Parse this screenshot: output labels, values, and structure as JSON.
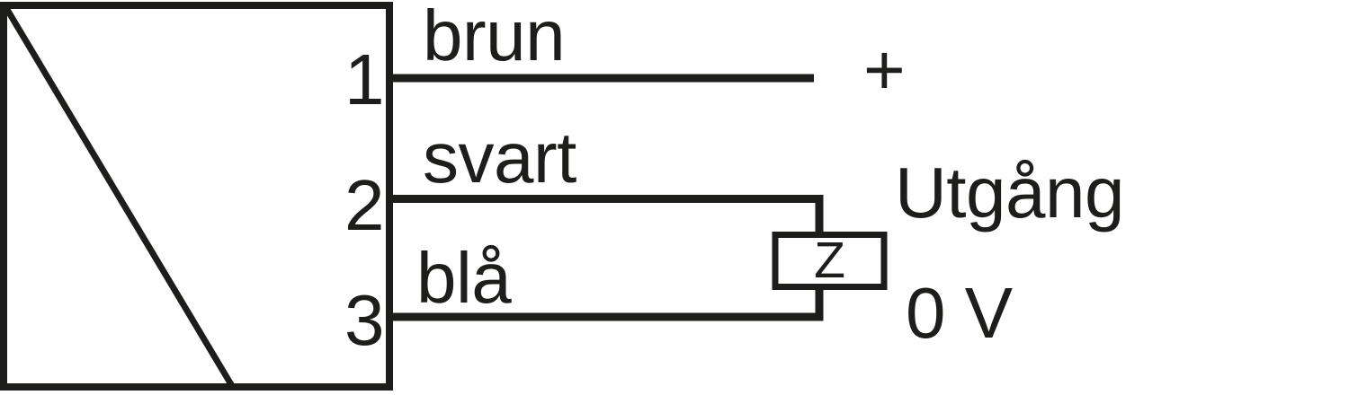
{
  "colors": {
    "line": "#1d1d1b",
    "background": "#ffffff"
  },
  "sensor": {
    "terminals": [
      {
        "pin": "1",
        "wire": "brun",
        "signal": "+"
      },
      {
        "pin": "2",
        "wire": "svart",
        "signal": "Utgång"
      },
      {
        "pin": "3",
        "wire": "blå",
        "signal": "0 V"
      }
    ]
  },
  "load": {
    "label": "Z"
  }
}
